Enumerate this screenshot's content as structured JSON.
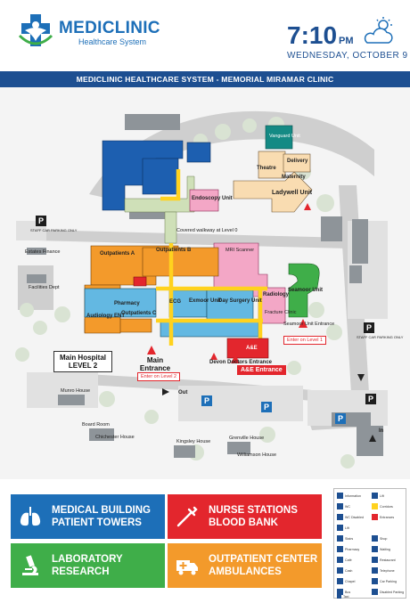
{
  "header": {
    "brand_name": "MEDICLINIC",
    "brand_sub": "Healthcare System",
    "time": "7:10",
    "ampm": "PM",
    "date": "WEDNESDAY, OCTOBER 9",
    "weather_icon": "cloud-moon-icon"
  },
  "title_bar": "MEDICLINIC HEALTHCARE SYSTEM - MEMORIAL MIRAMAR CLINIC",
  "map": {
    "buildings": {
      "vanguard": "Vanguard Unit",
      "theatre": "Theatre",
      "delivery": "Delivery",
      "maternity": "Maternity",
      "ladywell": "Ladywell Unit",
      "endoscopy": "Endoscopy Unit",
      "covered_walkway": "Covered walkway at Level 0",
      "outpatients_a": "Outpatients A",
      "outpatients_b": "Outpatients B",
      "pharmacy": "Pharmacy",
      "audiology": "Audiology ENT",
      "outpatients_c": "Outpatients C",
      "ecg": "ECG",
      "exmoor": "Exmoor Unit",
      "day_surgery": "Day Surgery Unit",
      "radiology": "Radiology",
      "fracture_clinic": "Fracture Clinic",
      "seamoor": "Seamoor Unit",
      "seamoor_entrance": "Seamoor Unit Entrance",
      "ae": "A&E",
      "estates": "Estates Finance",
      "facilities": "Facilities Dept",
      "munro": "Munro House",
      "board_room": "Board Room",
      "chichester": "Chichester House",
      "kingsley": "Kingsley House",
      "grenville": "Grenville House",
      "williamson": "Williamson House",
      "devon_doctors": "Devon Doctors Entrance",
      "mri": "MRI Scanner"
    },
    "level_callout": "Main Hospital LEVEL 2",
    "main_entrance": "Main Entrance",
    "main_entrance_note": "Enter on Level 2",
    "seamoor_note": "Enter on Level 1",
    "ae_entrance": "A&E Entrance",
    "out_label": "Out",
    "in_label": "In",
    "staff_parking": "STAFF CAR PARKING ONLY",
    "parking_symbol": "P"
  },
  "legend": {
    "tiles": [
      {
        "line1": "MEDICAL BUILDING",
        "line2": "PATIENT TOWERS",
        "icon": "lungs-icon",
        "color": "#1d6fb8"
      },
      {
        "line1": "NURSE STATIONS",
        "line2": "BLOOD BANK",
        "icon": "syringe-icon",
        "color": "#e3262d"
      },
      {
        "line1": "LABORATORY",
        "line2": "RESEARCH",
        "icon": "microscope-icon",
        "color": "#3fae49"
      },
      {
        "line1": "OUTPATIENT CENTER",
        "line2": "AMBULANCES",
        "icon": "ambulance-icon",
        "color": "#f39a2b"
      }
    ],
    "key_items": [
      "Information",
      "Lift",
      "WC",
      "Corridors",
      "WC Disabled",
      "Entrances",
      "Lift",
      "Stairs",
      "Shop",
      "Pharmacy",
      "Waiting",
      "Café",
      "Restaurant",
      "Cash",
      "Telephone",
      "Chapel",
      "Car Parking",
      "Bus",
      "Disabled Parking",
      "Taxi"
    ]
  }
}
